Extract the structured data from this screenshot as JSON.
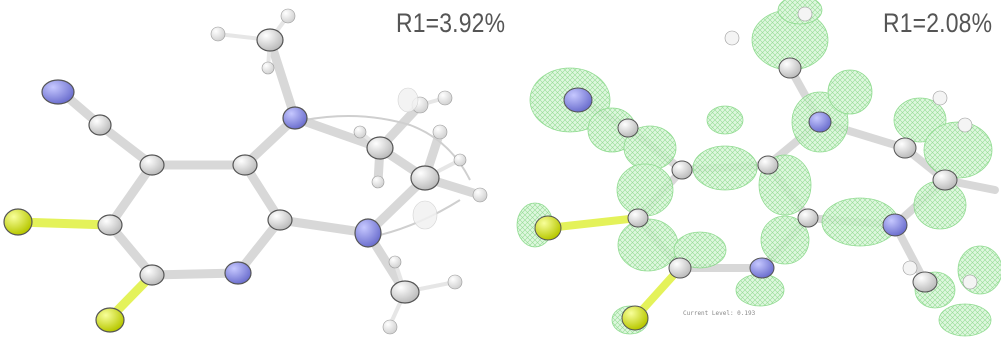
{
  "panels": [
    {
      "r1_label": "R1=3.92%"
    },
    {
      "r1_label": "R1=2.08%",
      "contour_text": "Current Level: 0.193"
    }
  ],
  "colors": {
    "carbon": "#e2e2e2",
    "nitrogen": "#8c8ee6",
    "halogen": "#d8ec10",
    "hydrogen": "#f4f4f4",
    "bond": "#dcdcdc",
    "density": "#8ee68e"
  }
}
